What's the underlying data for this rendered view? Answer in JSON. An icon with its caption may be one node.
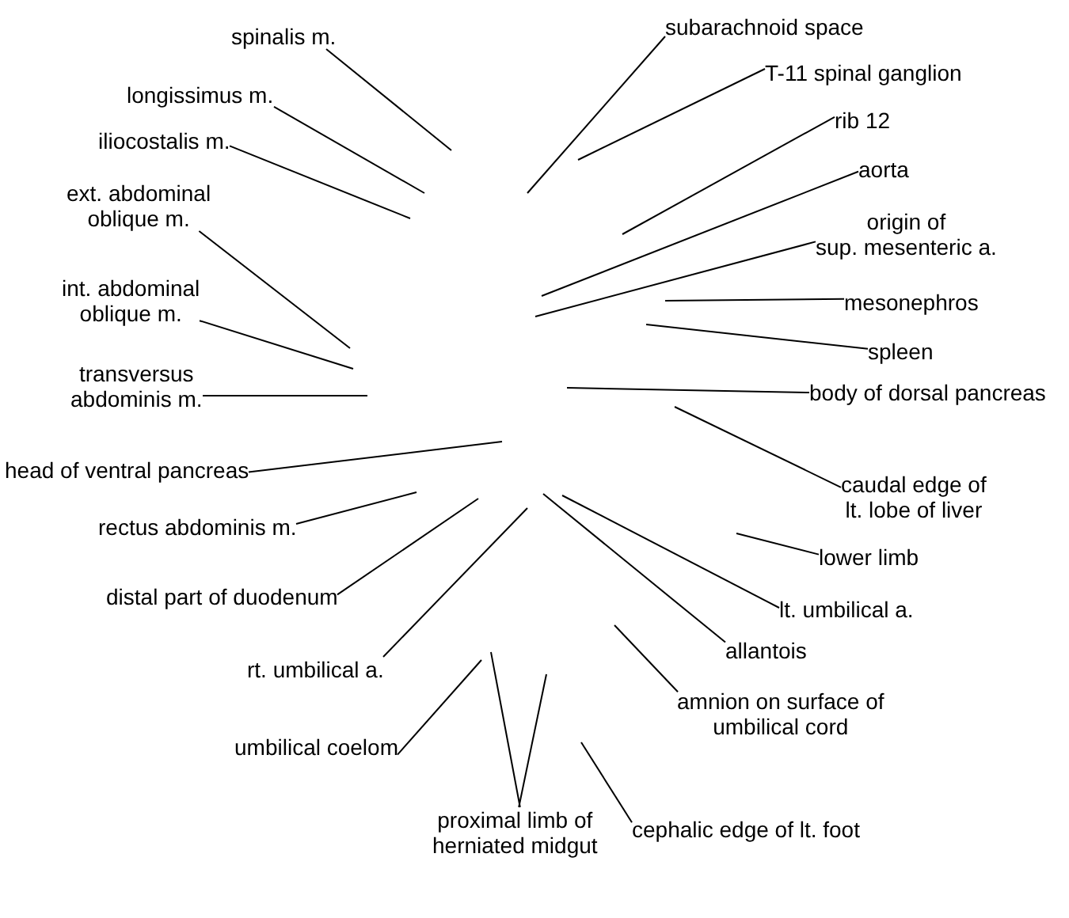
{
  "diagram": {
    "nodes": [
      {
        "text": [
          "spinalis m."
        ]
      },
      {
        "text": [
          "longissimus m."
        ]
      },
      {
        "text": [
          "iliocostalis m."
        ]
      },
      {
        "text": [
          "ext. abdominal oblique m."
        ]
      },
      {
        "text": [
          "int. abdominal oblique m."
        ]
      },
      {
        "text": [
          "transversus abdominis m."
        ]
      },
      {
        "text": [
          "head of ventral pancreas"
        ]
      },
      {
        "text": [
          "rectus abdominis m."
        ]
      },
      {
        "text": [
          "distal part of duodenum"
        ]
      },
      {
        "text": [
          "rt. umbilical a."
        ]
      },
      {
        "text": [
          "umbilical coelom"
        ]
      },
      {
        "text": [
          "proximal limb of herniated midgut"
        ]
      },
      {
        "text": [
          "subarachnoid space"
        ]
      },
      {
        "text": [
          "T-11 spinal ganglion"
        ]
      },
      {
        "text": [
          "rib 12"
        ]
      },
      {
        "text": [
          "aorta"
        ]
      },
      {
        "text": [
          "origin of sup. mesenteric a."
        ]
      },
      {
        "text": [
          "mesonephros"
        ]
      },
      {
        "text": [
          "spleen"
        ]
      },
      {
        "text": [
          "body of dorsal pancreas"
        ]
      },
      {
        "text": [
          "caudal edge of lt. lobe of liver"
        ]
      },
      {
        "text": [
          "lower limb"
        ]
      },
      {
        "text": [
          "lt. umbilical a."
        ]
      },
      {
        "text": [
          "allantois"
        ]
      },
      {
        "text": [
          "amnion on surface of umbilical cord"
        ]
      },
      {
        "text": [
          "cephalic edge of lt. foot"
        ]
      }
    ],
    "edges": [
      {
        "from": 0,
        "to": null,
        "arrow": "none"
      },
      {
        "from": 1,
        "to": null,
        "arrow": "none"
      },
      {
        "from": 2,
        "to": null,
        "arrow": "none"
      },
      {
        "from": 3,
        "to": null,
        "arrow": "none"
      },
      {
        "from": 4,
        "to": null,
        "arrow": "none"
      },
      {
        "from": 5,
        "to": null,
        "arrow": "none"
      },
      {
        "from": 6,
        "to": null,
        "arrow": "none"
      },
      {
        "from": 7,
        "to": null,
        "arrow": "none"
      },
      {
        "from": 8,
        "to": null,
        "arrow": "none"
      },
      {
        "from": 9,
        "to": null,
        "arrow": "none"
      },
      {
        "from": 10,
        "to": null,
        "arrow": "none"
      },
      {
        "from": 11,
        "to": null,
        "arrow": "none"
      },
      {
        "from": 11,
        "to": null,
        "arrow": "none"
      },
      {
        "from": 12,
        "to": null,
        "arrow": "none"
      },
      {
        "from": 13,
        "to": null,
        "arrow": "none"
      },
      {
        "from": 14,
        "to": null,
        "arrow": "none"
      },
      {
        "from": 15,
        "to": null,
        "arrow": "none"
      },
      {
        "from": 16,
        "to": null,
        "arrow": "none"
      },
      {
        "from": 17,
        "to": null,
        "arrow": "none"
      },
      {
        "from": 18,
        "to": null,
        "arrow": "none"
      },
      {
        "from": 19,
        "to": null,
        "arrow": "none"
      },
      {
        "from": 20,
        "to": null,
        "arrow": "none"
      },
      {
        "from": 21,
        "to": null,
        "arrow": "none"
      },
      {
        "from": 22,
        "to": null,
        "arrow": "none"
      },
      {
        "from": 23,
        "to": null,
        "arrow": "none"
      },
      {
        "from": 24,
        "to": null,
        "arrow": "none"
      },
      {
        "from": 25,
        "to": null,
        "arrow": "none"
      }
    ]
  }
}
